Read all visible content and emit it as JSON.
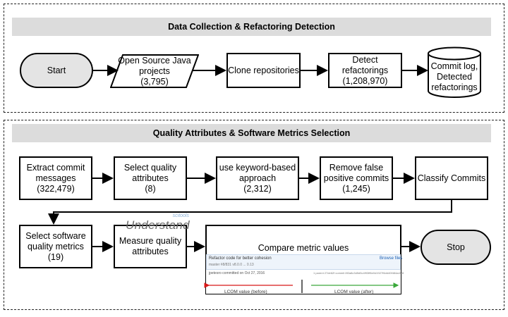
{
  "section1": {
    "title": "Data Collection & Refactoring Detection",
    "nodes": {
      "start": "Start",
      "projects": "Open Source Java\nprojects\n(3,795)",
      "clone": "Clone repositories",
      "detect": "Detect\nrefactorings\n(1,208,970)",
      "store": "Commit log,\nDetected\nrefactorings"
    }
  },
  "section2": {
    "title": "Quality Attributes & Software Metrics Selection",
    "nodes": {
      "extract": "Extract commit\nmessages\n(322,479)",
      "select_quality": "Select quality\nattributes\n(8)",
      "keyword": "use keyword-based\napproach\n(2,312)",
      "remove": "Remove false\npositive commits\n(1,245)",
      "classify": "Classify Commits",
      "select_metrics": "Select software\nquality metrics\n(19)",
      "measure": "Measure quality\nattributes",
      "compare": "Compare metric values",
      "stop": "Stop"
    },
    "logo": {
      "brand": "Understand",
      "super": "sci",
      "super2": "tools"
    },
    "commit_snippet": {
      "title": "Refactor code for better cohesion",
      "browse": "Browse files",
      "meta": "master  #8/831  v8.0.0 ... 0.13",
      "author": "jpetesro committed on Oct 27, 2016",
      "parent": "1 parent  27de62f  commit  8f2a8c3d5d5c4f93ff6e0d1927f6dd40f484a4f28",
      "lcom_before": "LCOM value (before)",
      "lcom_after": "LCOM value (after)",
      "colors": {
        "before": "#d81818",
        "after": "#3aa83a"
      }
    }
  }
}
